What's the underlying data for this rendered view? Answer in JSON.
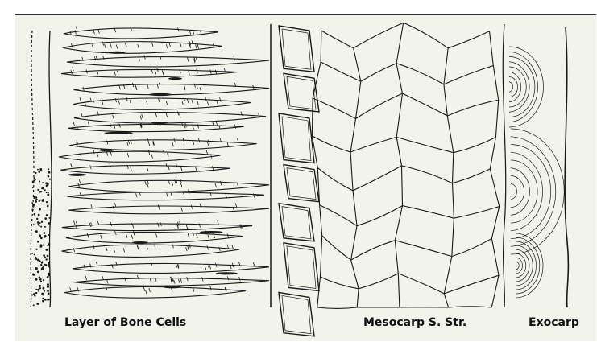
{
  "labels": {
    "bone_cells": "Layer of Bone Cells",
    "mesocarp": "Mesocarp S. Str.",
    "exocarp": "Exocarp"
  },
  "colors": {
    "page": "#ffffff",
    "panel": "#f2f3ea",
    "ink": "#1a1a1a"
  }
}
